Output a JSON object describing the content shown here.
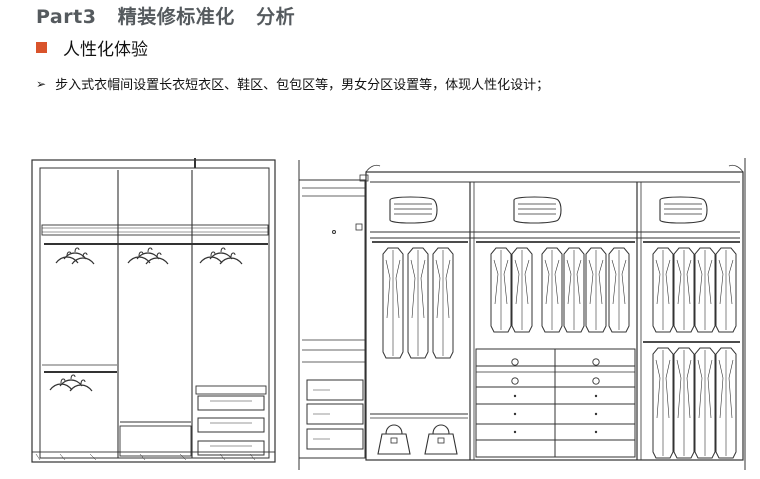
{
  "header": {
    "title": "Part3   精装修标准化   分析",
    "subtitle": "人性化体验",
    "bullet": "步入式衣帽间设置长衣短衣区、鞋区、包包区等，男女分区设置等，体现人性化设计；"
  },
  "icons": {
    "subtitle_marker": "red-square-icon",
    "bullet_marker": "arrow-bullet-icon"
  },
  "colors": {
    "title": "#555a5e",
    "marker": "#d9532b",
    "line": "#333333"
  }
}
